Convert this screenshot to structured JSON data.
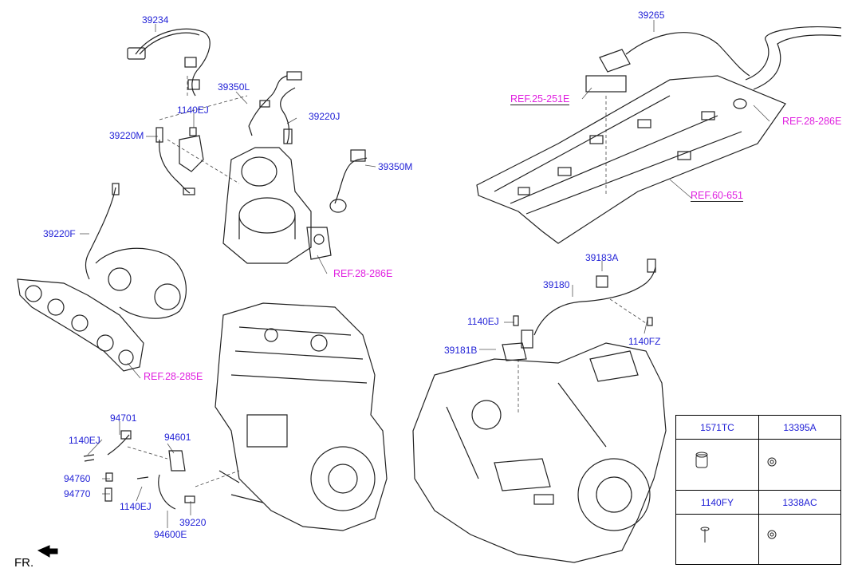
{
  "labels": {
    "l39234": "39234",
    "l39350L": "39350L",
    "l1140EJ_top": "1140EJ",
    "l39220J": "39220J",
    "l39220M": "39220M",
    "l39350M": "39350M",
    "l39220F": "39220F",
    "l39265": "39265",
    "l39183A": "39183A",
    "l39180": "39180",
    "l1140EJ_mid": "1140EJ",
    "l39181B": "39181B",
    "l1140FZ": "1140FZ",
    "l94701": "94701",
    "l1140EJ_left": "1140EJ",
    "l94601": "94601",
    "l94760": "94760",
    "l94770": "94770",
    "l1140EJ_bot": "1140EJ",
    "l39220": "39220",
    "l94600E": "94600E"
  },
  "refs": {
    "r25_251E": "REF.25-251E",
    "r28_286E_top": "REF.28-286E",
    "r60_651": "REF.60-651",
    "r28_286E_mid": "REF.28-286E",
    "r28_285E": "REF.28-285E"
  },
  "direction": "FR.",
  "parts_table": {
    "col1_top": "1571TC",
    "col2_top": "13395A",
    "col1_bottom": "1140FY",
    "col2_bottom": "1338AC"
  }
}
